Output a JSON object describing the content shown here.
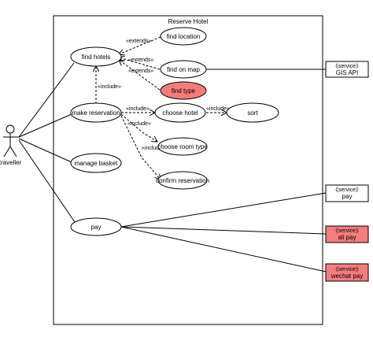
{
  "system": {
    "title": "Reserve Hotel"
  },
  "actor": {
    "label": "traveller"
  },
  "use_cases": {
    "find_hotels": "find hotels",
    "find_location": "find location",
    "find_on_map": "find on map",
    "find_type": "find type",
    "make_reservation": "make reservation",
    "choose_hotel": "choose hotel",
    "sort": "sort",
    "choose_room_type": "choose room type",
    "confirm_reservation": "confirm reservation",
    "manage_basket": "manage basket",
    "pay": "pay"
  },
  "relations": {
    "extends_1": "«extends»",
    "extends_2": "«extends»",
    "extends_3": "«extends»",
    "include_1": "«include»",
    "include_2": "«include»",
    "include_3": "«include»",
    "include_4": "«include»",
    "include_5": "«include»"
  },
  "services": {
    "gis": {
      "stereotype": "《service》",
      "name": "GIS API"
    },
    "pay": {
      "stereotype": "《service》",
      "name": "pay"
    },
    "ali": {
      "stereotype": "《service》",
      "name": "ali pay"
    },
    "wechat": {
      "stereotype": "《service》",
      "name": "wechat pay"
    }
  },
  "colors": {
    "highlight": "#f47c7c",
    "line": "#000000",
    "background": "#ffffff"
  }
}
